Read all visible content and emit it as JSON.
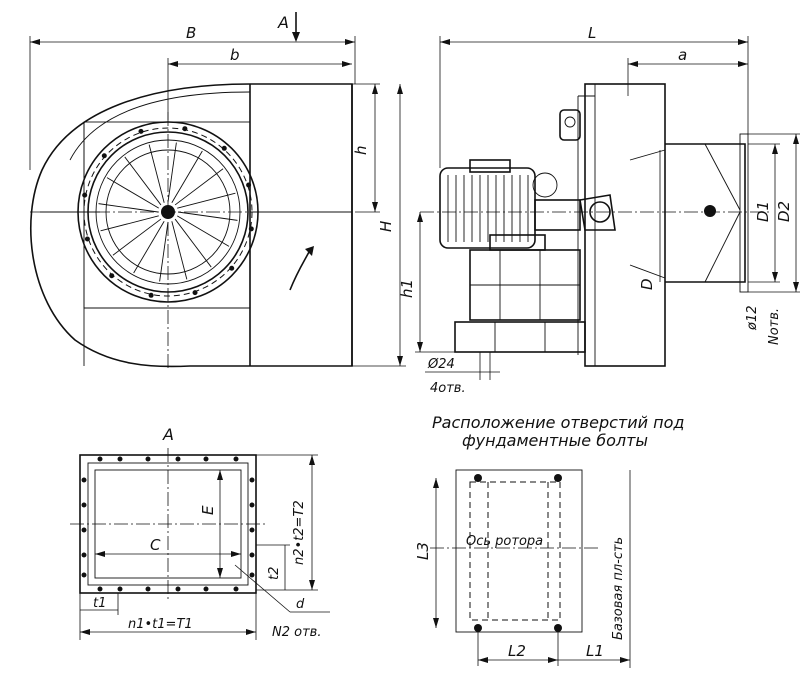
{
  "view_labels": {
    "section_a": "A",
    "section_a_arrow": "A"
  },
  "front_view": {
    "B": "B",
    "b": "b",
    "h": "h",
    "H": "H"
  },
  "side_view": {
    "L": "L",
    "a": "a",
    "h1": "h1",
    "D": "D",
    "D1": "D1",
    "D2": "D2",
    "hole_dia": "ø12",
    "hole_count": "Nотв.",
    "base_hole_dia": "Ø24",
    "base_hole_count": "4отв."
  },
  "flange_view": {
    "C": "C",
    "E": "E",
    "t1": "t1",
    "t2": "t2",
    "n1t1": "n1•t1=T1",
    "n2t2": "n2•t2=T2",
    "d": "d",
    "N2": "N2 отв."
  },
  "foundation_view": {
    "title_line1": "Расположение отверстий под",
    "title_line2": "фундаментные болты",
    "rotor_axis": "Ось ротора",
    "base_plane": "Базовая пл-сть",
    "L1": "L1",
    "L2": "L2",
    "L3": "L3"
  }
}
